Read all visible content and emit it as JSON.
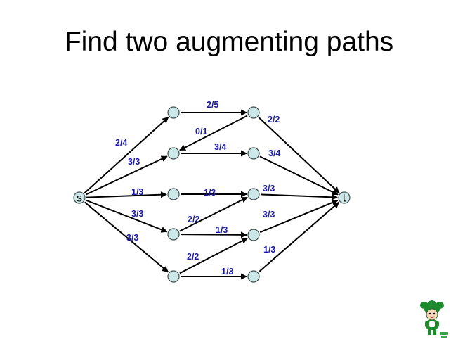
{
  "title": "Find two augmenting paths",
  "colors": {
    "edge": "#000000",
    "label": "#1a1aa6",
    "node_fill": "#cce7e7",
    "node_stroke": "#3f4f4f"
  },
  "nodes": [
    {
      "id": "s",
      "label": "s"
    },
    {
      "id": "a1",
      "label": ""
    },
    {
      "id": "a2",
      "label": ""
    },
    {
      "id": "a3",
      "label": ""
    },
    {
      "id": "a4",
      "label": ""
    },
    {
      "id": "a5",
      "label": ""
    },
    {
      "id": "b1",
      "label": ""
    },
    {
      "id": "b2",
      "label": ""
    },
    {
      "id": "b3",
      "label": ""
    },
    {
      "id": "b4",
      "label": ""
    },
    {
      "id": "b5",
      "label": ""
    },
    {
      "id": "t",
      "label": "t"
    }
  ],
  "edges": [
    {
      "from": "s",
      "to": "a1",
      "label": "2/4"
    },
    {
      "from": "s",
      "to": "a2",
      "label": "3/3"
    },
    {
      "from": "s",
      "to": "a3",
      "label": "1/3"
    },
    {
      "from": "s",
      "to": "a4",
      "label": "3/3"
    },
    {
      "from": "s",
      "to": "a5",
      "label": "3/3"
    },
    {
      "from": "a1",
      "to": "b1",
      "label": "2/5"
    },
    {
      "from": "b1",
      "to": "a2",
      "label": "0/1"
    },
    {
      "from": "a2",
      "to": "b2",
      "label": "3/4"
    },
    {
      "from": "a3",
      "to": "b3",
      "label": "1/3"
    },
    {
      "from": "a4",
      "to": "b3",
      "label": "2/2"
    },
    {
      "from": "a4",
      "to": "b4",
      "label": "1/3"
    },
    {
      "from": "a5",
      "to": "b4",
      "label": "2/2"
    },
    {
      "from": "a5",
      "to": "b5",
      "label": "1/3"
    },
    {
      "from": "b1",
      "to": "t",
      "label": "2/2"
    },
    {
      "from": "b2",
      "to": "t",
      "label": "3/4"
    },
    {
      "from": "b3",
      "to": "t",
      "label": "3/3"
    },
    {
      "from": "b4",
      "to": "t",
      "label": "3/3"
    },
    {
      "from": "b5",
      "to": "t",
      "label": "1/3"
    }
  ],
  "mascot": {
    "icon": "olympic-mascot-icon",
    "caption": ""
  }
}
